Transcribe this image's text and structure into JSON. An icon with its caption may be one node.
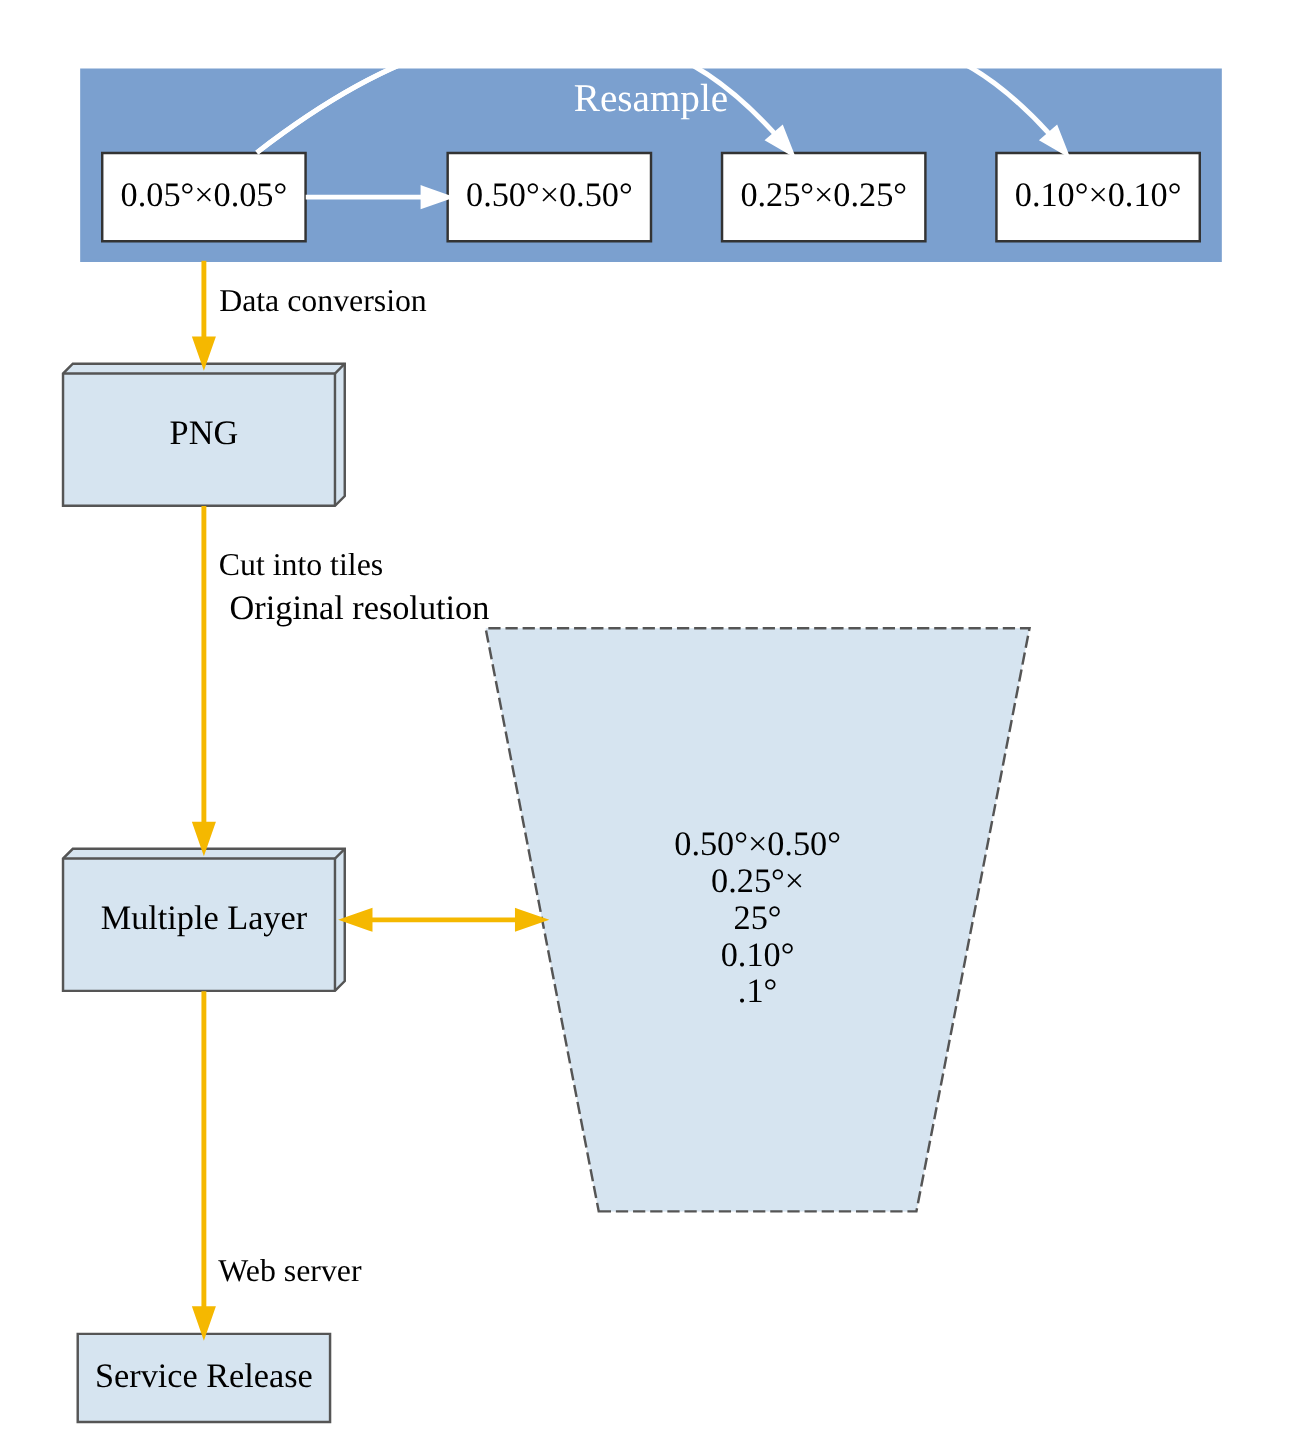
{
  "diagram": {
    "nodes": [
      {
        "text": [
          "Resample"
        ]
      },
      {
        "text": [
          "0.05°×0.05°"
        ],
        "in": 0
      },
      {
        "text": [
          "0.10°×0.10°"
        ],
        "in": 0
      },
      {
        "text": [
          "0.25°×0.25°"
        ],
        "in": 0
      },
      {
        "text": [
          "0.50°×0.50°"
        ],
        "in": 0
      },
      {
        "text": [
          "PNG"
        ]
      },
      {
        "text": [
          "Multiple Layer"
        ]
      },
      {
        "text": [
          "Service Release"
        ]
      },
      {
        "text": [
          "0.50°×0.50°",
          "0.25°×",
          "25°",
          "0.10°",
          ".1°"
        ],
        "beside": [
          "Original resolution"
        ]
      }
    ],
    "edges": [
      {
        "from": 1,
        "to": 2,
        "arrow": "to",
        "color": "#ffffff"
      },
      {
        "from": 1,
        "to": 3,
        "arrow": "to",
        "color": "#ffffff"
      },
      {
        "from": 1,
        "to": 4,
        "arrow": "to",
        "color": "#ffffff"
      },
      {
        "from": 0,
        "to": 5,
        "arrow": "to",
        "label": "Data conversion",
        "color": "#f5b800"
      },
      {
        "from": 5,
        "to": 6,
        "arrow": "to",
        "label": "Cut into tiles",
        "color": "#f5b800"
      },
      {
        "from": 6,
        "to": 7,
        "arrow": "to",
        "label": "Web server",
        "color": "#f5b800"
      },
      {
        "from": 6,
        "to": 8,
        "arrow": "both",
        "color": "#f5b800"
      }
    ]
  }
}
